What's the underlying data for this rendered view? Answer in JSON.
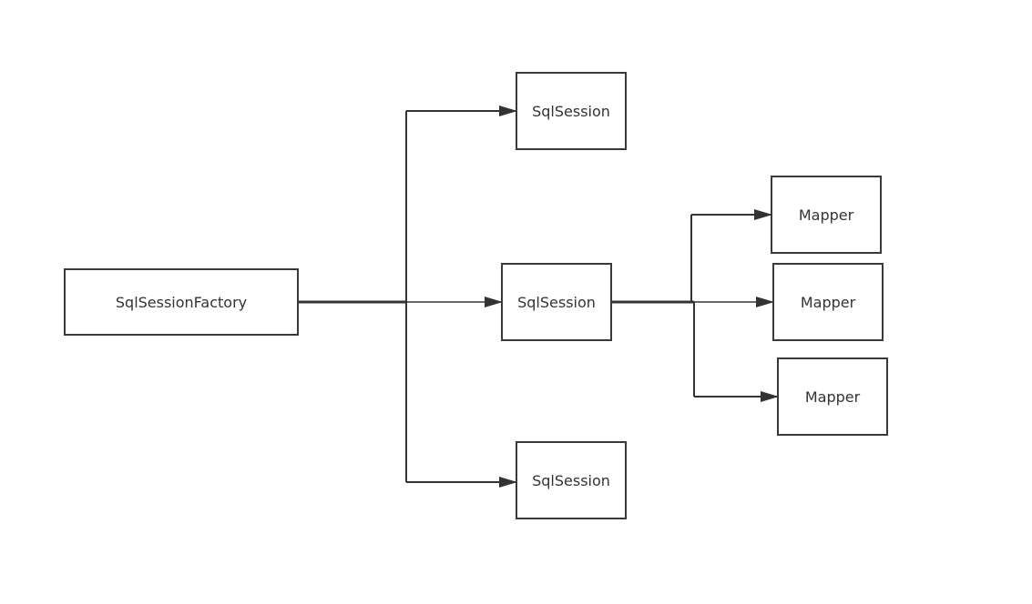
{
  "diagram": {
    "factory": {
      "label": "SqlSessionFactory"
    },
    "sessions": [
      {
        "label": "SqlSession"
      },
      {
        "label": "SqlSession"
      },
      {
        "label": "SqlSession"
      }
    ],
    "mappers": [
      {
        "label": "Mapper"
      },
      {
        "label": "Mapper"
      },
      {
        "label": "Mapper"
      }
    ],
    "colors": {
      "stroke": "#3a3a3a",
      "text": "#333333",
      "background": "#ffffff"
    }
  }
}
